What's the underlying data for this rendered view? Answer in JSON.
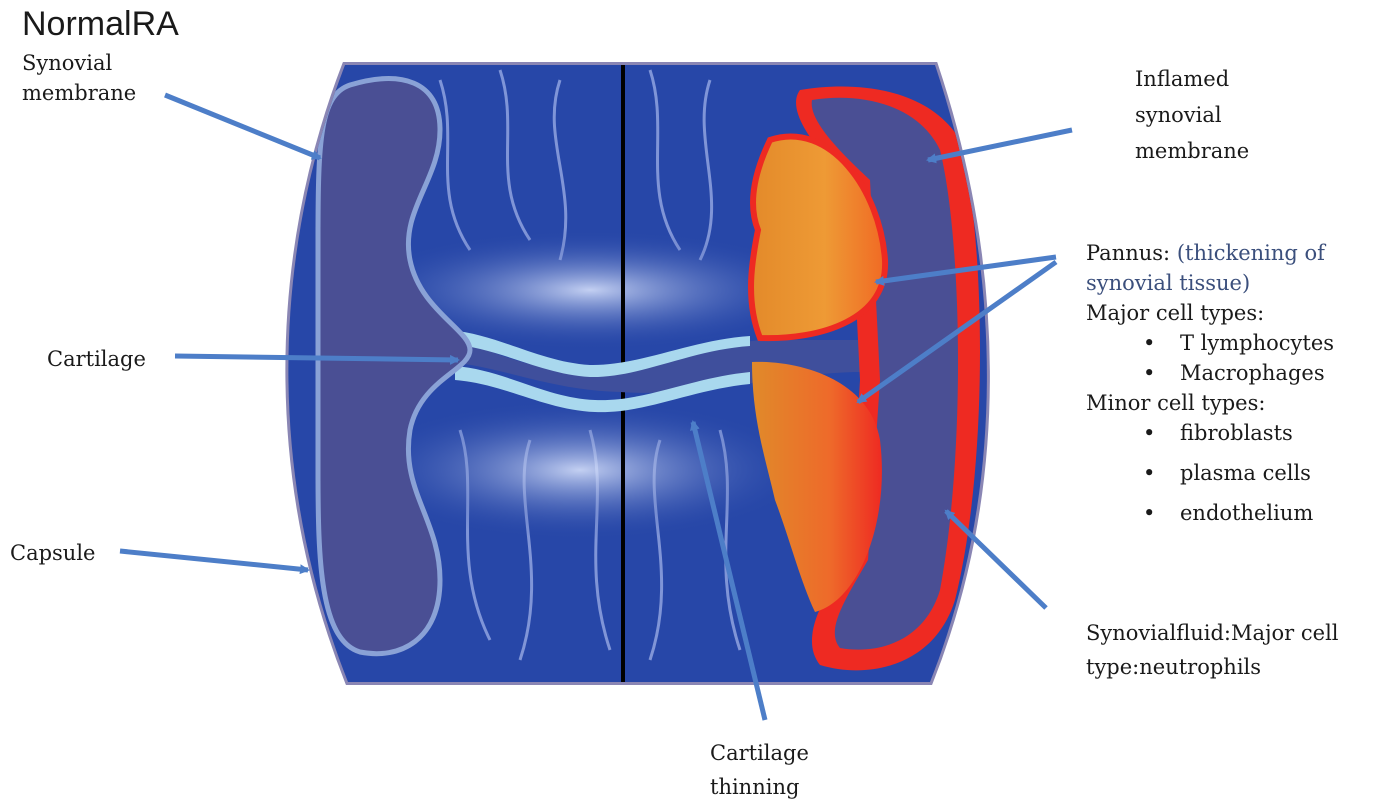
{
  "title": "NormalRA",
  "colors": {
    "cavity": "#4a4f94",
    "synovium_normal": "#8aa2d6",
    "bone": "#2747a8",
    "cartilage": "#a9d8ee",
    "inflamed": "#ee2a22",
    "pannus": "#e9902c",
    "capsule_outer": "#7d7aab",
    "arrow": "#4d7ec8"
  },
  "labels": {
    "synovial_membrane": [
      "Synovial",
      "membrane"
    ],
    "cartilage": "Cartilage",
    "capsule": "Capsule",
    "inflamed": [
      "Inflamed",
      "synovial",
      "membrane"
    ],
    "pannus_head": "Pannus:",
    "pannus_def_1": "(thickening of",
    "pannus_def_2": "synovial tissue)",
    "major_cell_types": "Major cell types:",
    "major_items": [
      "T lymphocytes",
      "Macrophages"
    ],
    "minor_cell_types": "Minor cell types:",
    "minor_items": [
      "fibroblasts",
      "plasma cells",
      "endothelium"
    ],
    "synovial_fluid": [
      "Synovialfluid:Major cell",
      "type:neutrophils"
    ],
    "cartilage_thinning": [
      "Cartilage",
      "thinning"
    ]
  },
  "bullet": "•"
}
